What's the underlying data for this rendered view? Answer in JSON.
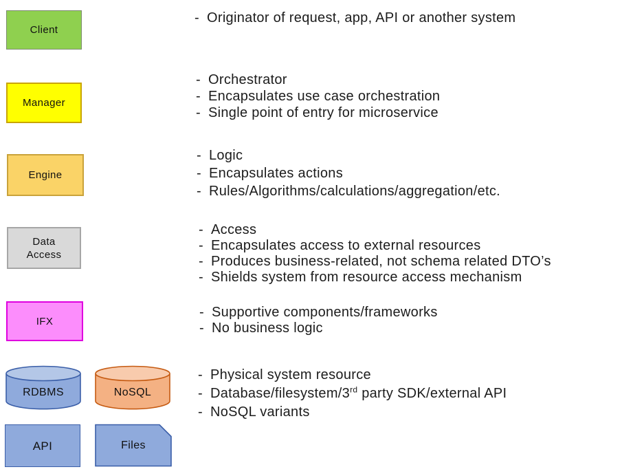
{
  "page": {
    "background": "#ffffff",
    "text_color": "#1b1b1b"
  },
  "bullet_char": "-",
  "shapes": {
    "client": {
      "label": "Client",
      "fill": "#8FD04F",
      "border": "#7D8A70"
    },
    "manager": {
      "label": "Manager",
      "fill": "#FFFF00",
      "border": "#C9A500"
    },
    "engine": {
      "label": "Engine",
      "fill": "#FAD367",
      "border": "#C9A23A"
    },
    "data_access": {
      "label_line1": "Data",
      "label_line2": "Access",
      "fill": "#D9D9D9",
      "border": "#A6A6A6"
    },
    "ifx": {
      "label": "IFX",
      "fill": "#FC8DFC",
      "border": "#DF00DF"
    },
    "rdbms": {
      "label": "RDBMS",
      "fill": "#8FAADC",
      "top_fill": "#B4C7E7",
      "border": "#3A5EA8"
    },
    "nosql": {
      "label": "NoSQL",
      "fill": "#F4B183",
      "top_fill": "#F8CBAD",
      "border": "#C55A11"
    },
    "api": {
      "label": "API",
      "fill": "#8FAADC",
      "border": "#3A5EA8"
    },
    "files": {
      "label": "Files",
      "fill": "#8FAADC",
      "border": "#3A5EA8"
    }
  },
  "blocks": {
    "client": {
      "lines": [
        "Originator of request, app, API or another system"
      ]
    },
    "manager": {
      "lines": [
        "Orchestrator",
        "Encapsulates use case orchestration",
        "Single point of entry for microservice"
      ]
    },
    "engine": {
      "lines": [
        "Logic",
        "Encapsulates actions",
        "Rules/Algorithms/calculations/aggregation/etc."
      ]
    },
    "data_access": {
      "lines": [
        "Access",
        "Encapsulates access to external resources",
        "Produces business-related, not schema related DTO’s",
        "Shields system from resource access mechanism"
      ]
    },
    "ifx": {
      "lines": [
        "Supportive components/frameworks",
        "No business logic"
      ]
    },
    "resource": {
      "line1": "Physical system resource",
      "line2_pre": "Database/filesystem/3",
      "line2_sup": "rd",
      "line2_post": " party SDK/external API",
      "line3": "NoSQL variants"
    }
  }
}
